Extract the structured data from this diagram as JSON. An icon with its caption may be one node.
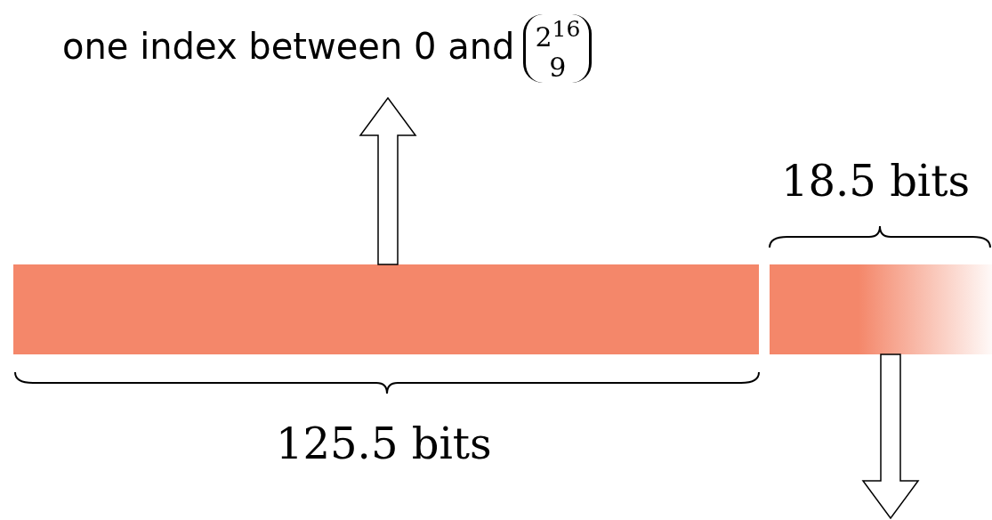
{
  "diagram": {
    "nodes": [
      {
        "text": [
          "one index between 0 and",
          "2$^{16}$",
          "9"
        ]
      },
      {
        "text": [],
        "shape": "bar"
      },
      {
        "text": [],
        "shape": "bar"
      }
    ],
    "edges": [
      {
        "from": 1,
        "to": 0,
        "arrow": "to"
      },
      {
        "from": 2,
        "to": null,
        "arrow": "to"
      }
    ],
    "labels": [
      "18.5 bits",
      "125.5 bits"
    ]
  }
}
